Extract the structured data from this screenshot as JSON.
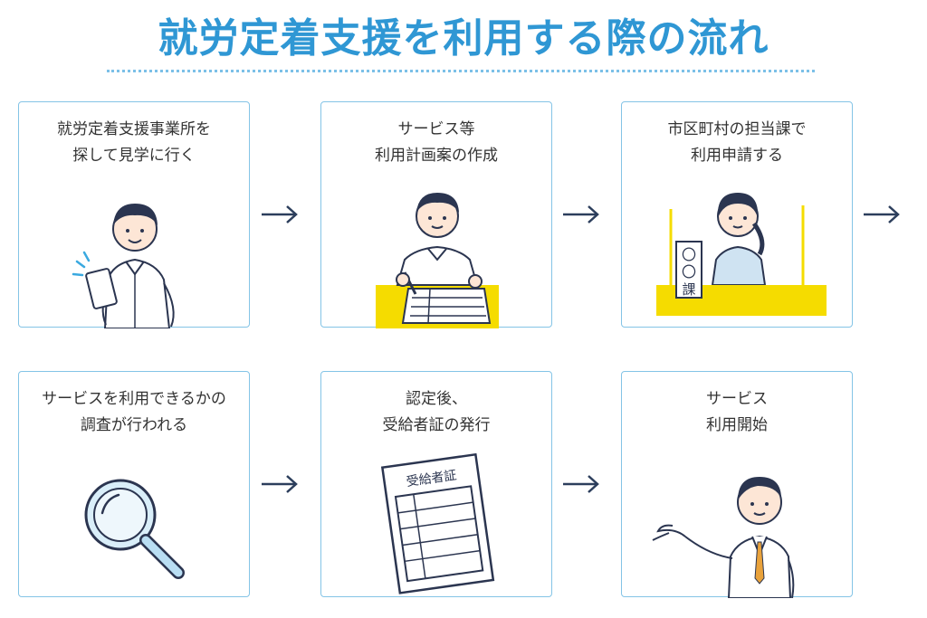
{
  "title": "就労定着支援を利用する際の流れ",
  "steps": [
    {
      "line1": "就労定着支援事業所を",
      "line2": "探して見学に行く"
    },
    {
      "line1": "サービス等",
      "line2": "利用計画案の作成"
    },
    {
      "line1": "市区町村の担当課で",
      "line2": "利用申請する"
    },
    {
      "line1": "サービスを利用できるかの",
      "line2": "調査が行われる"
    },
    {
      "line1": "認定後、",
      "line2": "受給者証の発行"
    },
    {
      "line1": "サービス",
      "line2": "利用開始"
    }
  ],
  "sign_text": "〇\n〇\n課",
  "certificate_label": "受給者証",
  "colors": {
    "title": "#2f97d4",
    "card_border": "#84c4e6",
    "desk_yellow": "#f5dc00",
    "arrow": "#2c3e5c"
  }
}
